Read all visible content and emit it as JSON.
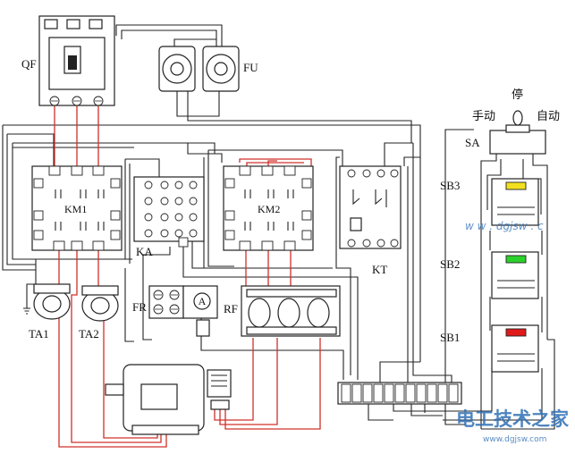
{
  "labels": {
    "qf": "QF",
    "fu": "FU",
    "km1": "KM1",
    "km2": "KM2",
    "ka": "KA",
    "kt": "KT",
    "fr": "FR",
    "rf": "RF",
    "ta1": "TA1",
    "ta2": "TA2",
    "sa": "SA",
    "sb3": "SB3",
    "sb2": "SB2",
    "sb1": "SB1",
    "ammeter": "A"
  },
  "selector_switch": {
    "stop": "停",
    "manual": "手动",
    "auto": "自动"
  },
  "buttons": {
    "sb3_color": "#f2e01e",
    "sb2_color": "#2bd12b",
    "sb1_color": "#e01a1a"
  },
  "watermark": {
    "main": "电工技术之家",
    "url_bottom": "www.dgjsw.com",
    "url_mid": "w w . dgjsw . c"
  },
  "colors": {
    "wire_red": "#d0302a",
    "wire_black": "#222222",
    "watermark": "#2f6fb3"
  }
}
